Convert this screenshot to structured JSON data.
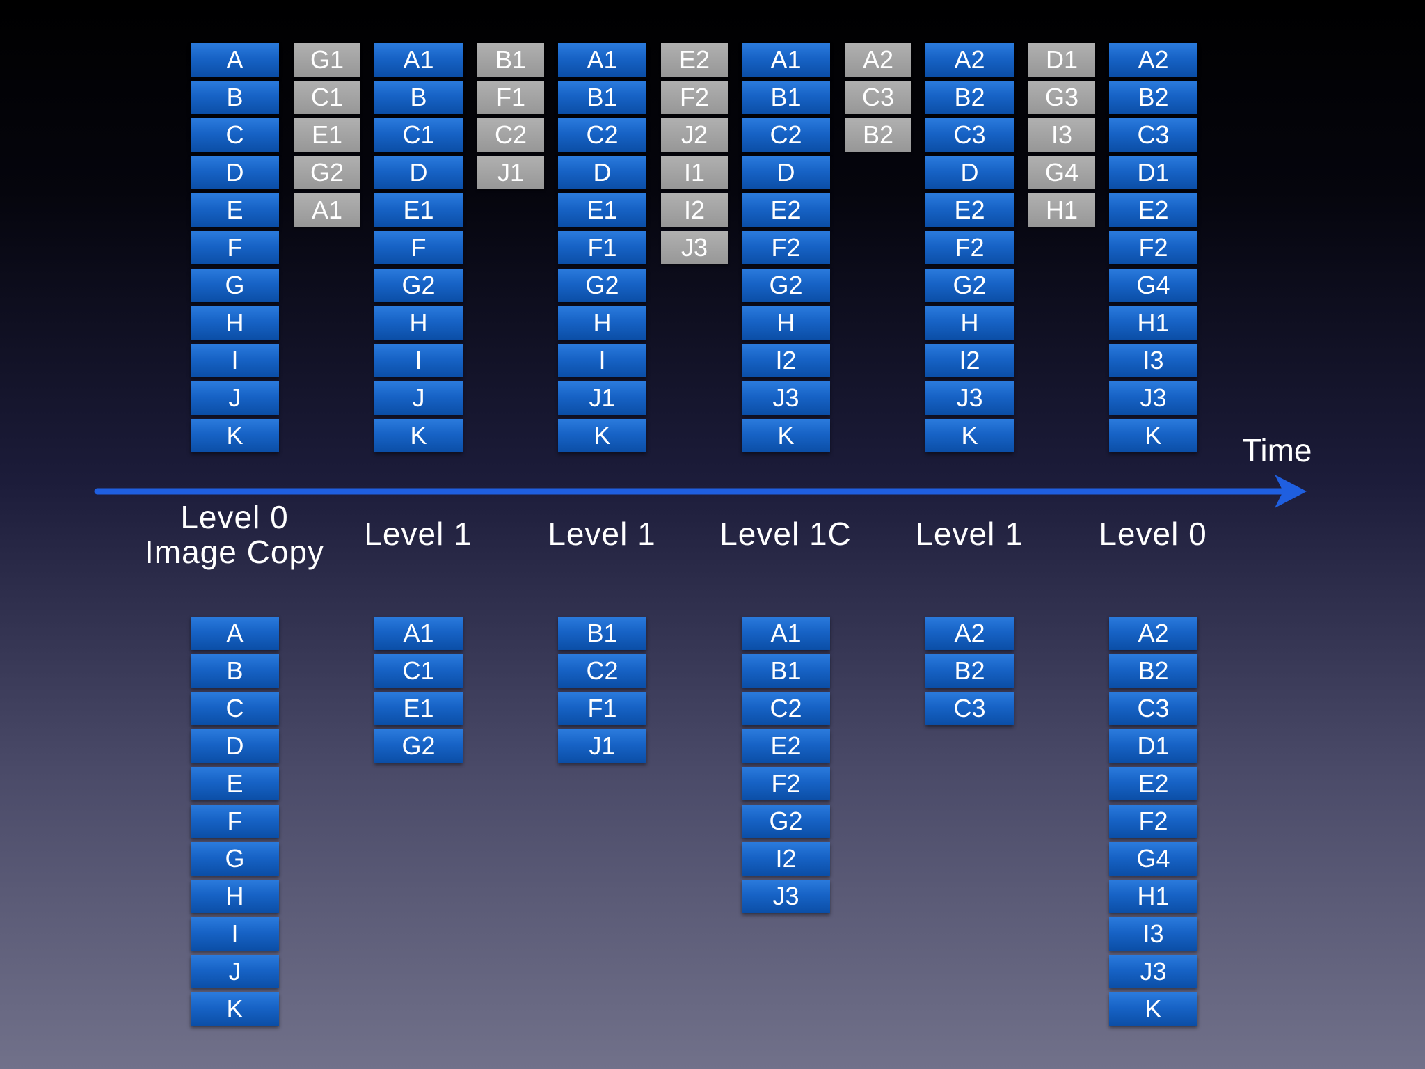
{
  "time_label": "Time",
  "levels": [
    "Level 0\nImage Copy",
    "Level 1",
    "Level 1",
    "Level 1C",
    "Level 1",
    "Level 0"
  ],
  "top_columns": [
    [
      "A",
      "B",
      "C",
      "D",
      "E",
      "F",
      "G",
      "H",
      "I",
      "J",
      "K"
    ],
    [
      "A1",
      "B",
      "C1",
      "D",
      "E1",
      "F",
      "G2",
      "H",
      "I",
      "J",
      "K"
    ],
    [
      "A1",
      "B1",
      "C2",
      "D",
      "E1",
      "F1",
      "G2",
      "H",
      "I",
      "J1",
      "K"
    ],
    [
      "A1",
      "B1",
      "C2",
      "D",
      "E2",
      "F2",
      "G2",
      "H",
      "I2",
      "J3",
      "K"
    ],
    [
      "A2",
      "B2",
      "C3",
      "D",
      "E2",
      "F2",
      "G2",
      "H",
      "I2",
      "J3",
      "K"
    ],
    [
      "A2",
      "B2",
      "C3",
      "D1",
      "E2",
      "F2",
      "G4",
      "H1",
      "I3",
      "J3",
      "K"
    ]
  ],
  "gray_columns": [
    [
      "G1",
      "C1",
      "E1",
      "G2",
      "A1"
    ],
    [
      "B1",
      "F1",
      "C2",
      "J1"
    ],
    [
      "E2",
      "F2",
      "J2",
      "I1",
      "I2",
      "J3"
    ],
    [
      "A2",
      "C3",
      "B2"
    ],
    [
      "D1",
      "G3",
      "I3",
      "G4",
      "H1"
    ]
  ],
  "bottom_columns": [
    [
      "A",
      "B",
      "C",
      "D",
      "E",
      "F",
      "G",
      "H",
      "I",
      "J",
      "K"
    ],
    [
      "A1",
      "C1",
      "E1",
      "G2"
    ],
    [
      "B1",
      "C2",
      "F1",
      "J1"
    ],
    [
      "A1",
      "B1",
      "C2",
      "E2",
      "F2",
      "G2",
      "I2",
      "J3"
    ],
    [
      "A2",
      "B2",
      "C3"
    ],
    [
      "A2",
      "B2",
      "C3",
      "D1",
      "E2",
      "F2",
      "G4",
      "H1",
      "I3",
      "J3",
      "K"
    ]
  ],
  "colors": {
    "block_blue": "#1763c6",
    "block_gray": "#979797",
    "arrow": "#1f5fe0",
    "text": "#ffffff"
  }
}
